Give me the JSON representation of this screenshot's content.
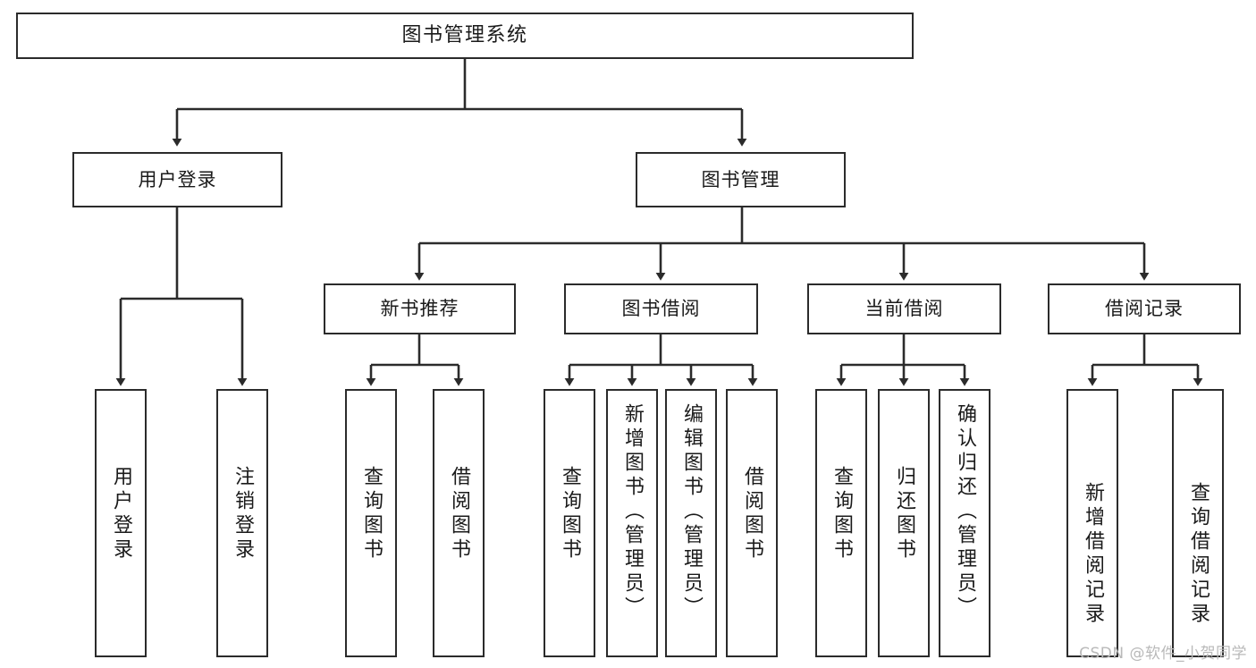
{
  "diagram": {
    "title": "图书管理系统",
    "type": "tree-hierarchy",
    "stroke_color": "#2b2b2b",
    "fill_color": "#ffffff",
    "text_color": "#1a1a1a"
  },
  "root": {
    "label": "图书管理系统"
  },
  "level2": [
    {
      "label": "用户登录"
    },
    {
      "label": "图书管理"
    }
  ],
  "level3": [
    {
      "label": "新书推荐"
    },
    {
      "label": "图书借阅"
    },
    {
      "label": "当前借阅"
    },
    {
      "label": "借阅记录"
    }
  ],
  "leaves": {
    "user_login": [
      {
        "label": "用户登录"
      },
      {
        "label": "注销登录"
      }
    ],
    "new_book": [
      {
        "label": "查询图书"
      },
      {
        "label": "借阅图书"
      }
    ],
    "book_borrow": [
      {
        "label": "查询图书"
      },
      {
        "label": "新增图书（管理员）"
      },
      {
        "label": "编辑图书（管理员）"
      },
      {
        "label": "借阅图书"
      }
    ],
    "current_borrow": [
      {
        "label": "查询图书"
      },
      {
        "label": "归还图书"
      },
      {
        "label": "确认归还（管理员）"
      }
    ],
    "borrow_record": [
      {
        "label": "新增借阅记录"
      },
      {
        "label": "查询借阅记录"
      }
    ]
  },
  "watermark": {
    "text": "CSDN @软件_小贺同学"
  }
}
